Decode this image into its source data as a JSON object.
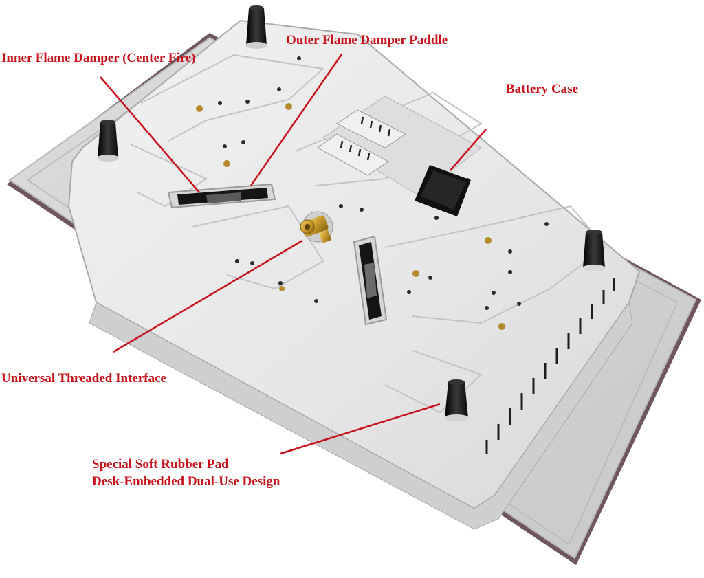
{
  "callouts": {
    "inner_damper": "Inner Flame Damper (Center Fire)",
    "outer_damper": "Outer Flame Damper Paddle",
    "battery_case": "Battery Case",
    "threaded_interface": "Universal Threaded Interface",
    "rubber_pad_line1": "Special Soft Rubber Pad",
    "rubber_pad_line2": "Desk-Embedded Dual-Use Design"
  },
  "colors": {
    "callout_text": "#c8101a",
    "leader_line": "#c8101a",
    "glass_edge": "#6e5560",
    "metal_body": "#e4e5e6",
    "rubber_feet": "#1a1a1a"
  }
}
